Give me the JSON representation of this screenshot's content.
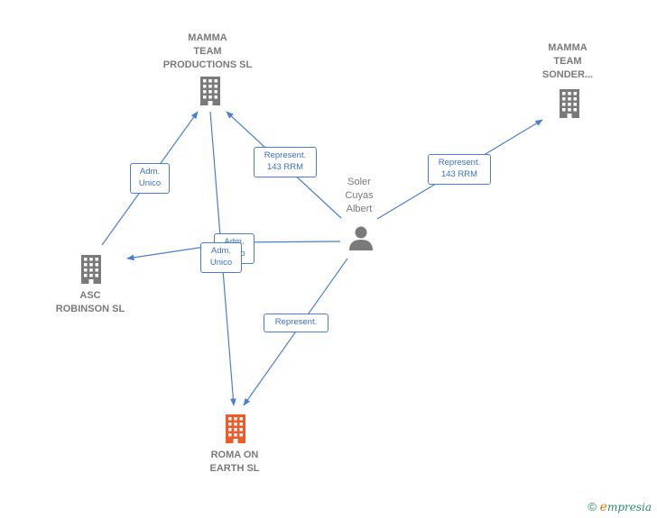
{
  "nodes": {
    "mamma_team_productions": {
      "lines": [
        "MAMMA",
        "TEAM",
        "PRODUCTIONS SL"
      ]
    },
    "mamma_team_sonder": {
      "lines": [
        "MAMMA",
        "TEAM",
        "SONDER..."
      ]
    },
    "asc_robinson": {
      "lines": [
        "ASC",
        "ROBINSON  SL"
      ]
    },
    "roma_on_earth": {
      "lines": [
        "ROMA ON",
        "EARTH  SL"
      ]
    },
    "person": {
      "lines": [
        "Soler",
        "Cuyas",
        "Albert"
      ]
    }
  },
  "edges": {
    "adm_unico_left": {
      "lines": [
        "Adm.",
        "Unico"
      ]
    },
    "represent_productions": {
      "lines": [
        "Represent.",
        "143 RRM"
      ]
    },
    "represent_sonder": {
      "lines": [
        "Represent.",
        "143 RRM"
      ]
    },
    "adm_unico_back": {
      "lines": [
        "Adm.",
        "Unico"
      ]
    },
    "adm_unico_front": {
      "lines": [
        "Adm.",
        "Unico"
      ]
    },
    "represent_roma": {
      "lines": [
        "Represent."
      ]
    }
  },
  "colors": {
    "company": "#7a7a7a",
    "focus_company": "#f05a28",
    "edge": "#4a7fd0",
    "edge_text": "#3d6fc4"
  },
  "icons": {
    "company": "building-icon",
    "person": "person-icon"
  },
  "footer": {
    "copyright": "©",
    "brand_e": "e",
    "brand_rest": "mpresia"
  }
}
